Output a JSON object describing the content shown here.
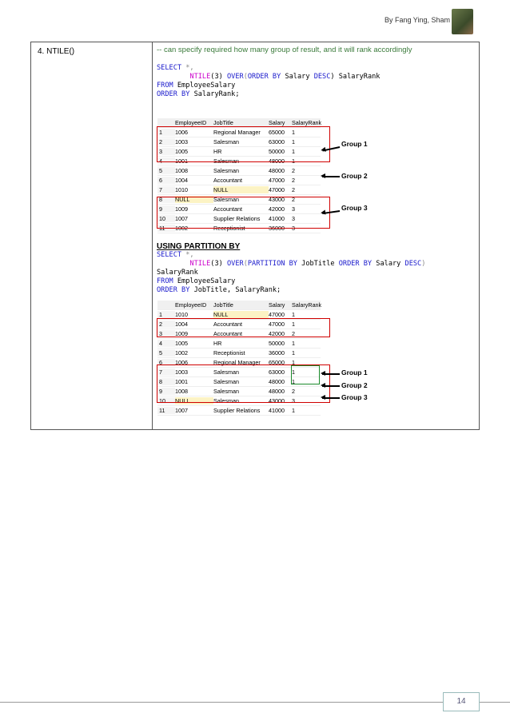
{
  "header": {
    "author": "By Fang Ying, Sham"
  },
  "section": {
    "label": "4.   NTILE()"
  },
  "comment": "-- can specify required how many group of result, and it will rank accordingly",
  "query1": {
    "line1_kw": "SELECT",
    "line1_rest": " *,",
    "line2_fn": "NTILE",
    "line2_a": "(3) ",
    "line2_kw": "OVER",
    "line2_b": "(",
    "line2_kw2": "ORDER BY",
    "line2_c": " Salary ",
    "line2_kw3": "DESC",
    "line2_d": ") SalaryRank",
    "line3_kw": "FROM",
    "line3_rest": " EmployeeSalary",
    "line4_kw": "ORDER BY",
    "line4_rest": " SalaryRank;"
  },
  "table1": {
    "headers": [
      "",
      "EmployeeID",
      "JobTitle",
      "Salary",
      "SalaryRank"
    ],
    "rows": [
      [
        "1",
        "1006",
        "Regional Manager",
        "65000",
        "1"
      ],
      [
        "2",
        "1003",
        "Salesman",
        "63000",
        "1"
      ],
      [
        "3",
        "1005",
        "HR",
        "50000",
        "1"
      ],
      [
        "4",
        "1001",
        "Salesman",
        "48000",
        "1"
      ],
      [
        "5",
        "1008",
        "Salesman",
        "48000",
        "2"
      ],
      [
        "6",
        "1004",
        "Accountant",
        "47000",
        "2"
      ],
      [
        "7",
        "1010",
        "NULL",
        "47000",
        "2"
      ],
      [
        "8",
        "NULL",
        "Salesman",
        "43000",
        "2"
      ],
      [
        "9",
        "1009",
        "Accountant",
        "42000",
        "3"
      ],
      [
        "10",
        "1007",
        "Supplier Relations",
        "41000",
        "3"
      ],
      [
        "11",
        "1002",
        "Receptionist",
        "36000",
        "3"
      ]
    ],
    "groups": [
      "Group 1",
      "Group 2",
      "Group 3"
    ]
  },
  "partition_title": "USING PARTITION BY",
  "query2": {
    "l1_kw": "SELECT",
    "l1_rest": " *,",
    "l2_fn": "NTILE",
    "l2_a": "(3) ",
    "l2_kw": "OVER",
    "l2_b": "(",
    "l2_kw2": "PARTITION BY",
    "l2_c": " JobTitle ",
    "l2_kw3": "ORDER BY",
    "l2_d": " Salary ",
    "l2_kw4": "DESC",
    "l2_e": ")",
    "l3": "SalaryRank",
    "l4_kw": "FROM",
    "l4_rest": " EmployeeSalary",
    "l5_kw": "ORDER BY",
    "l5_rest": " JobTitle, SalaryRank;"
  },
  "table2": {
    "headers": [
      "",
      "EmployeeID",
      "JobTitle",
      "Salary",
      "SalaryRank"
    ],
    "rows": [
      [
        "1",
        "1010",
        "NULL",
        "47000",
        "1"
      ],
      [
        "2",
        "1004",
        "Accountant",
        "47000",
        "1"
      ],
      [
        "3",
        "1009",
        "Accountant",
        "42000",
        "2"
      ],
      [
        "4",
        "1005",
        "HR",
        "50000",
        "1"
      ],
      [
        "5",
        "1002",
        "Receptionist",
        "36000",
        "1"
      ],
      [
        "6",
        "1006",
        "Regional Manager",
        "65000",
        "1"
      ],
      [
        "7",
        "1003",
        "Salesman",
        "63000",
        "1"
      ],
      [
        "8",
        "1001",
        "Salesman",
        "48000",
        "1"
      ],
      [
        "9",
        "1008",
        "Salesman",
        "48000",
        "2"
      ],
      [
        "10",
        "NULL",
        "Salesman",
        "43000",
        "3"
      ],
      [
        "11",
        "1007",
        "Supplier Relations",
        "41000",
        "1"
      ]
    ],
    "groups": [
      "Group 1",
      "Group 2",
      "Group 3"
    ]
  },
  "page_number": "14"
}
